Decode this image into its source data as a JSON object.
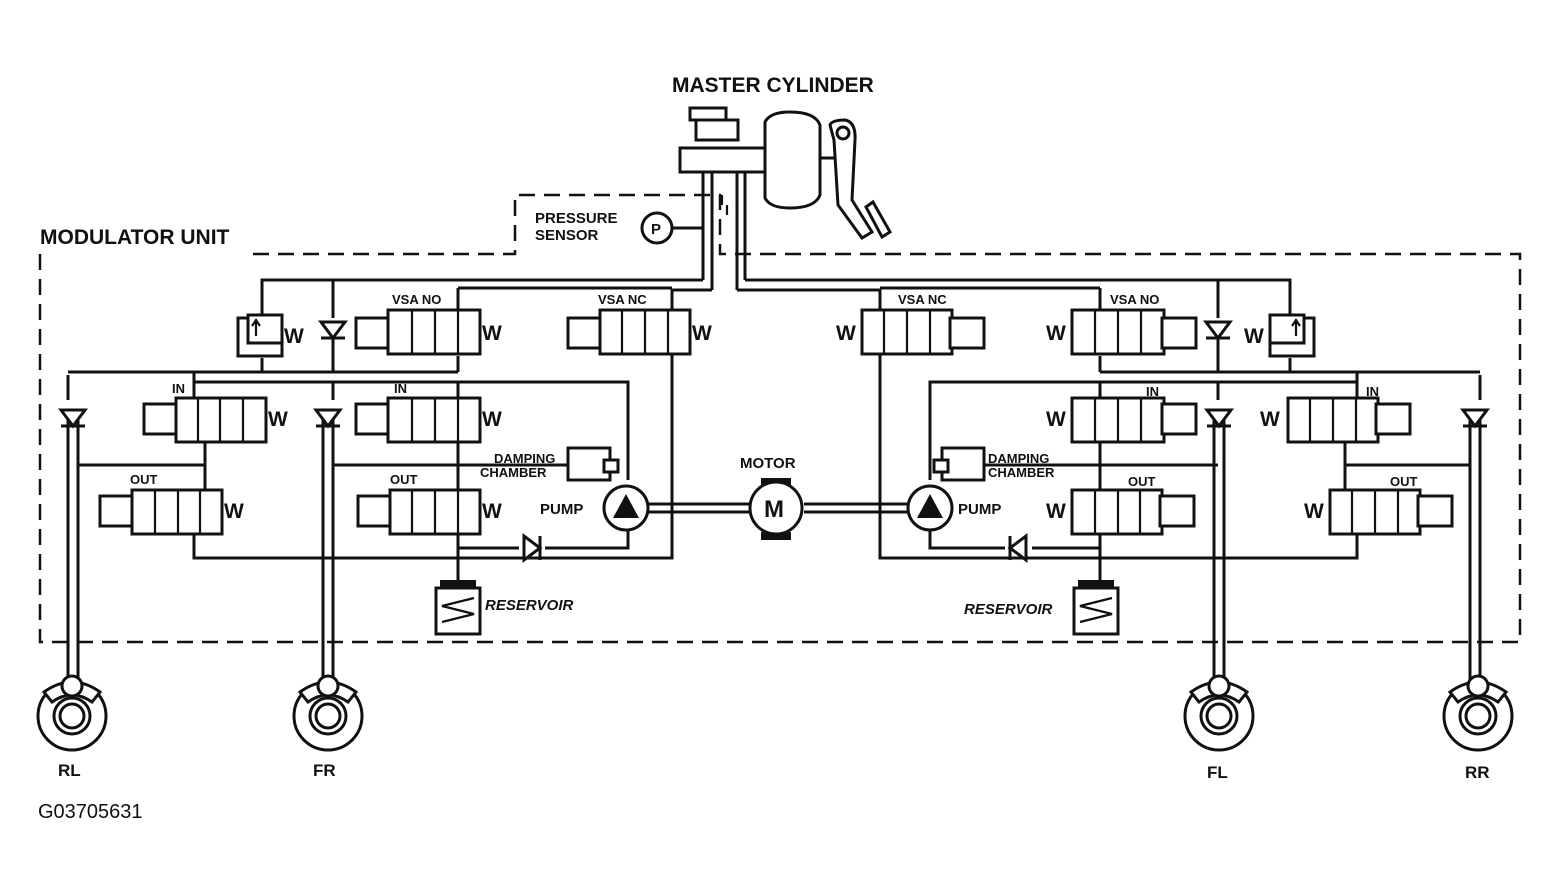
{
  "title": "MASTER CYLINDER",
  "modulator_unit": "MODULATOR UNIT",
  "pressure_sensor": {
    "line1": "PRESSURE",
    "line2": "SENSOR",
    "symbol": "P"
  },
  "valves": {
    "vsa_no": "VSA NO",
    "vsa_nc": "VSA NC",
    "in": "IN",
    "out": "OUT"
  },
  "damping_chamber": {
    "line1": "DAMPING",
    "line2": "CHAMBER"
  },
  "pump": "PUMP",
  "motor": {
    "label": "MOTOR",
    "symbol": "M"
  },
  "reservoir": "RESERVOIR",
  "wheels": {
    "rl": "RL",
    "fr": "FR",
    "fl": "FL",
    "rr": "RR"
  },
  "figure_code": "G03705631"
}
